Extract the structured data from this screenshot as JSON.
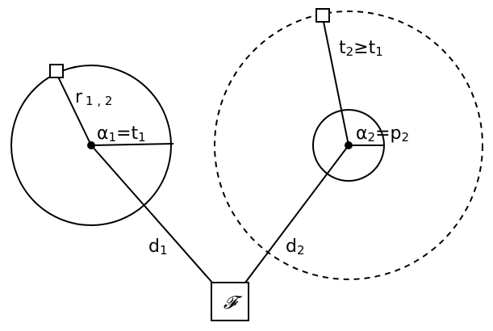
{
  "labels": {
    "r12": {
      "main": "r",
      "sub": "1 , 2"
    },
    "alpha1": {
      "a": "α",
      "a_sub": "1",
      "eq": "=t",
      "eq_sub": "1"
    },
    "alpha2": {
      "a": "α",
      "a_sub": "2",
      "eq": "=p",
      "eq_sub": "2"
    },
    "t2t1": {
      "a": "t",
      "a_sub": "2",
      "rel": "≥t",
      "rel_sub": "1"
    },
    "d1": {
      "main": "d",
      "sub": "1"
    },
    "d2": {
      "main": "d",
      "sub": "2"
    },
    "f": "𝓕"
  }
}
